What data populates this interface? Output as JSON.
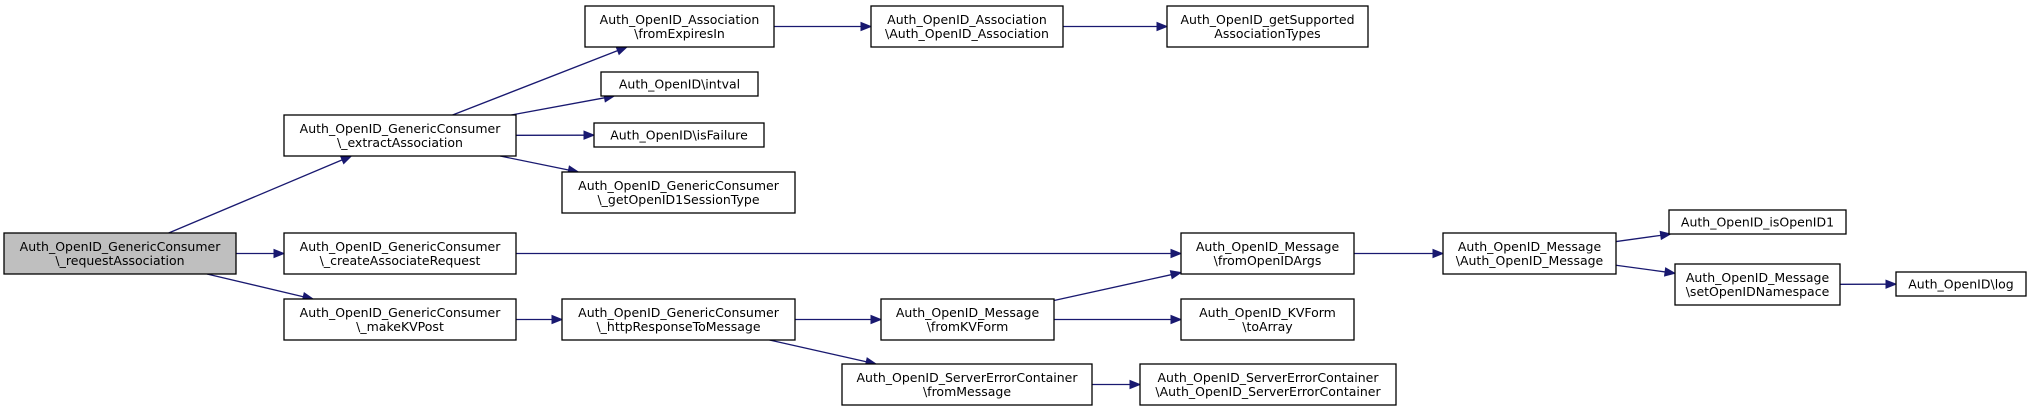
{
  "colors": {
    "edge": "#191970",
    "node_border": "#000000",
    "root_fill": "#bfbfbf",
    "node_fill": "#ffffff"
  },
  "nodes": [
    {
      "id": "req",
      "lines": [
        "Auth_OpenID_GenericConsumer",
        "\\_requestAssociation"
      ],
      "root": true
    },
    {
      "id": "extract",
      "lines": [
        "Auth_OpenID_GenericConsumer",
        "\\_extractAssociation"
      ]
    },
    {
      "id": "create",
      "lines": [
        "Auth_OpenID_GenericConsumer",
        "\\_createAssociateRequest"
      ]
    },
    {
      "id": "makekv",
      "lines": [
        "Auth_OpenID_GenericConsumer",
        "\\_makeKVPost"
      ]
    },
    {
      "id": "fromexp",
      "lines": [
        "Auth_OpenID_Association",
        "\\fromExpiresIn"
      ]
    },
    {
      "id": "intval",
      "lines": [
        "Auth_OpenID\\intval"
      ]
    },
    {
      "id": "isfail",
      "lines": [
        "Auth_OpenID\\isFailure"
      ]
    },
    {
      "id": "getsess",
      "lines": [
        "Auth_OpenID_GenericConsumer",
        "\\_getOpenID1SessionType"
      ]
    },
    {
      "id": "assocctor",
      "lines": [
        "Auth_OpenID_Association",
        "\\Auth_OpenID_Association"
      ]
    },
    {
      "id": "getsupp",
      "lines": [
        "Auth_OpenID_getSupported",
        "AssociationTypes"
      ]
    },
    {
      "id": "fromargs",
      "lines": [
        "Auth_OpenID_Message",
        "\\fromOpenIDArgs"
      ]
    },
    {
      "id": "httpresp",
      "lines": [
        "Auth_OpenID_GenericConsumer",
        "\\_httpResponseToMessage"
      ]
    },
    {
      "id": "fromkv",
      "lines": [
        "Auth_OpenID_Message",
        "\\fromKVForm"
      ]
    },
    {
      "id": "srverr",
      "lines": [
        "Auth_OpenID_ServerErrorContainer",
        "\\fromMessage"
      ]
    },
    {
      "id": "msgctor",
      "lines": [
        "Auth_OpenID_Message",
        "\\Auth_OpenID_Message"
      ]
    },
    {
      "id": "toarray",
      "lines": [
        "Auth_OpenID_KVForm",
        "\\toArray"
      ]
    },
    {
      "id": "srverrctor",
      "lines": [
        "Auth_OpenID_ServerErrorContainer",
        "\\Auth_OpenID_ServerErrorContainer"
      ]
    },
    {
      "id": "isoid1",
      "lines": [
        "Auth_OpenID_isOpenID1"
      ]
    },
    {
      "id": "setns",
      "lines": [
        "Auth_OpenID_Message",
        "\\setOpenIDNamespace"
      ]
    },
    {
      "id": "log",
      "lines": [
        "Auth_OpenID\\log"
      ]
    }
  ],
  "edges": [
    {
      "from": "req",
      "to": "extract"
    },
    {
      "from": "req",
      "to": "create"
    },
    {
      "from": "req",
      "to": "makekv"
    },
    {
      "from": "extract",
      "to": "fromexp"
    },
    {
      "from": "extract",
      "to": "intval"
    },
    {
      "from": "extract",
      "to": "isfail"
    },
    {
      "from": "extract",
      "to": "getsess"
    },
    {
      "from": "fromexp",
      "to": "assocctor"
    },
    {
      "from": "assocctor",
      "to": "getsupp"
    },
    {
      "from": "create",
      "to": "fromargs"
    },
    {
      "from": "makekv",
      "to": "httpresp"
    },
    {
      "from": "httpresp",
      "to": "fromkv"
    },
    {
      "from": "httpresp",
      "to": "srverr"
    },
    {
      "from": "fromkv",
      "to": "fromargs"
    },
    {
      "from": "fromkv",
      "to": "toarray"
    },
    {
      "from": "srverr",
      "to": "srverrctor"
    },
    {
      "from": "fromargs",
      "to": "msgctor"
    },
    {
      "from": "msgctor",
      "to": "isoid1"
    },
    {
      "from": "msgctor",
      "to": "setns"
    },
    {
      "from": "setns",
      "to": "log"
    }
  ]
}
